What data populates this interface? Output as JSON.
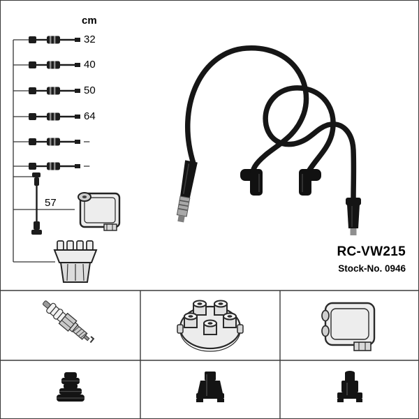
{
  "product": {
    "code": "RC-VW215",
    "stock_no": "Stock-No. 0946"
  },
  "length_table": {
    "unit": "cm",
    "values": [
      "32",
      "40",
      "50",
      "64",
      "–",
      "–"
    ],
    "vertical_value": "57"
  },
  "colors": {
    "background": "#ffffff",
    "cable": "#161616",
    "grid_line": "#3a3a3a",
    "text": "#000000",
    "metal": "#a8a8a8"
  },
  "icons": {
    "top_left_area": [
      "ignition-coil-icon",
      "distributor-cap-side-icon"
    ],
    "grid_row1": [
      "spark-plug-icon",
      "distributor-cap-top-icon",
      "ignition-coil-icon"
    ],
    "grid_row2": [
      "rubber-boot-icon",
      "plug-connector-icon",
      "coil-connector-icon"
    ]
  }
}
